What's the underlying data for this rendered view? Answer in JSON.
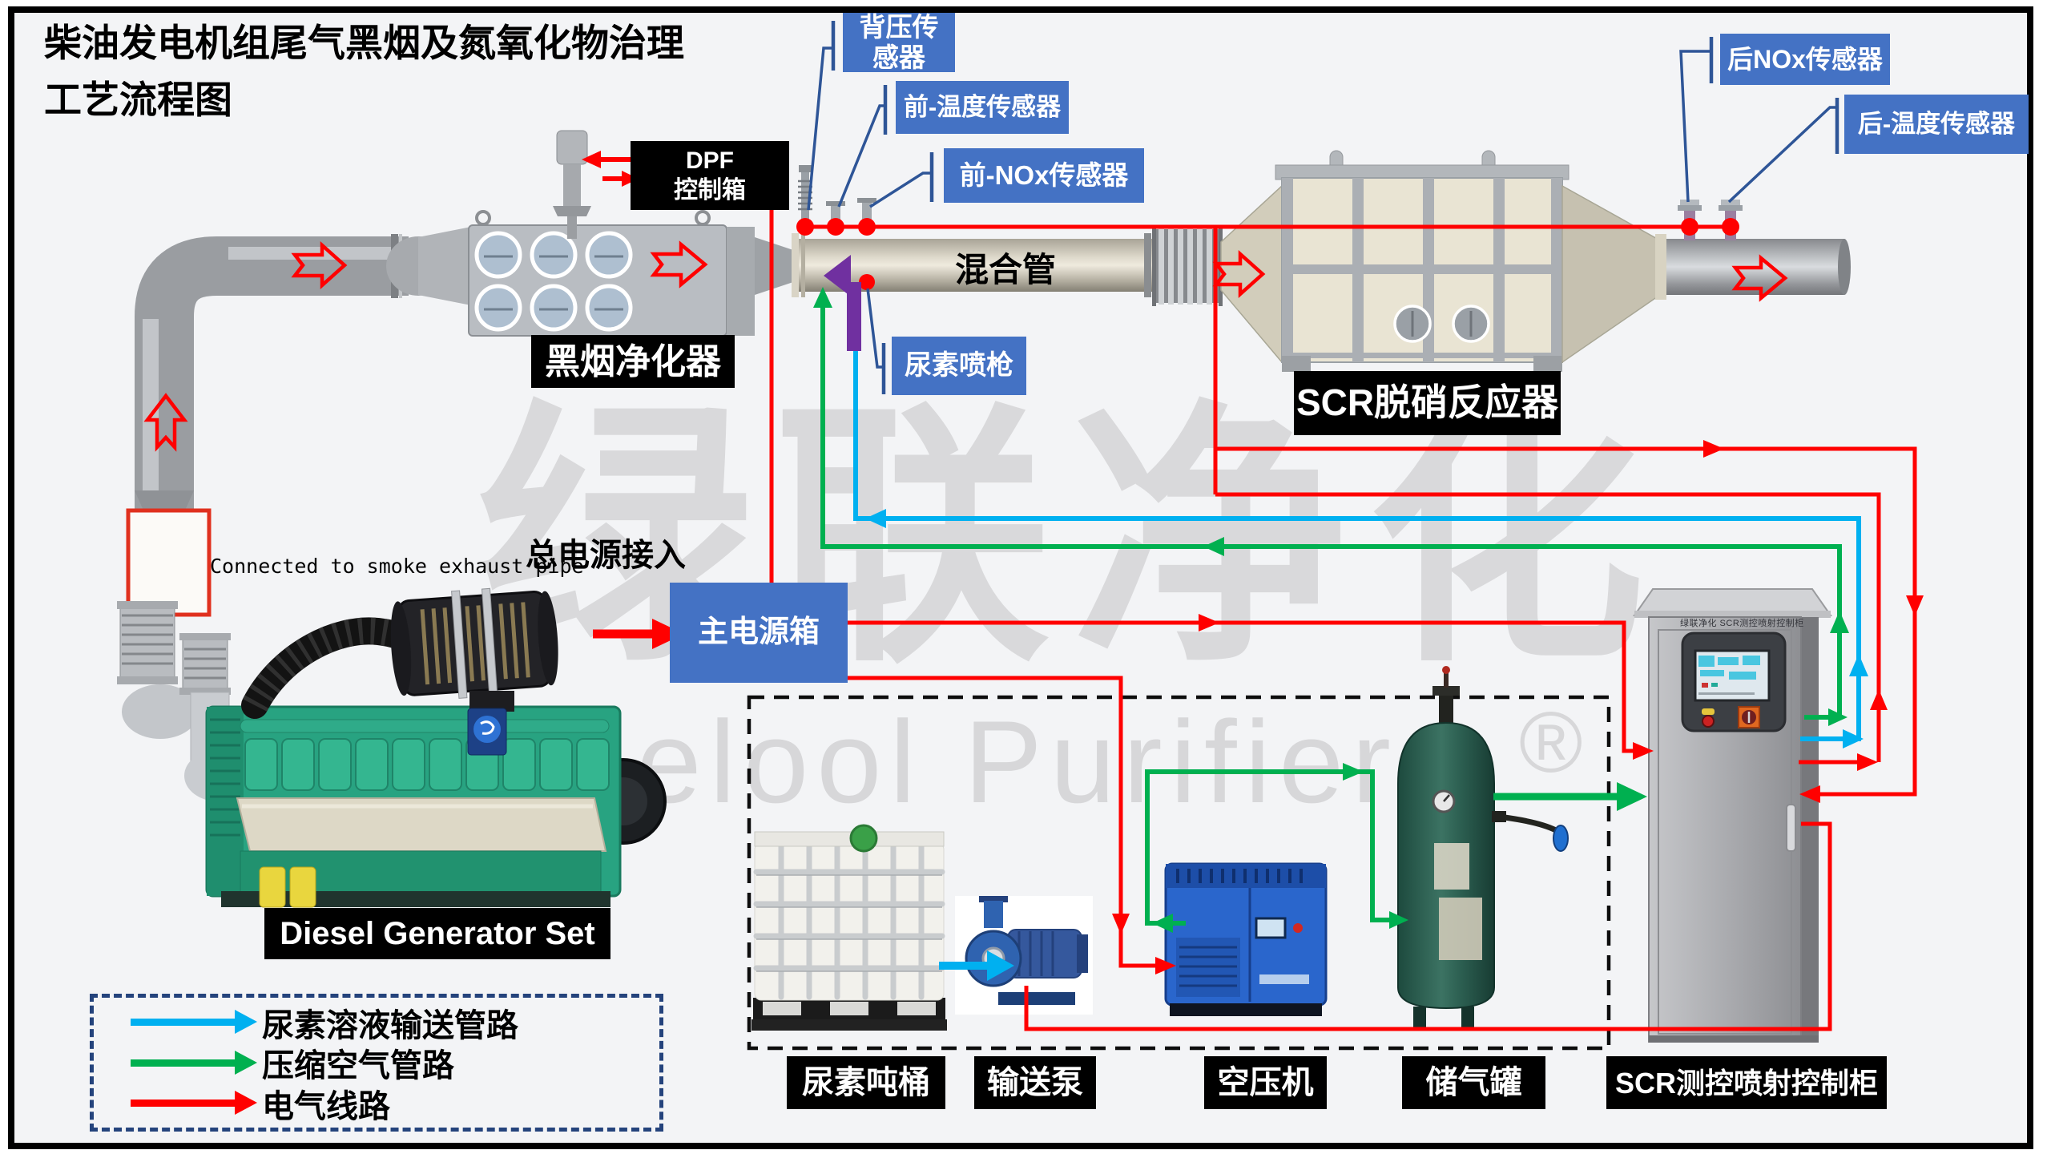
{
  "title": {
    "line1": "柴油发电机组尾气黑烟及氮氧化物治理",
    "line2": "工艺流程图"
  },
  "watermark": {
    "cn": "绿联净化",
    "en": "Leelool Purifier",
    "reg": "®"
  },
  "sensors": {
    "back_pressure": "背压传感器",
    "front_temp": "前-温度传感器",
    "front_nox": "前-NOx传感器",
    "rear_nox": "后NOx传感器",
    "rear_temp": "后-温度传感器",
    "urea_gun": "尿素喷枪"
  },
  "equipment": {
    "dpf_line1": "DPF",
    "dpf_line2": "控制箱",
    "smoke_purifier": "黑烟净化器",
    "mixing_pipe": "混合管",
    "scr_reactor": "SCR脱硝反应器",
    "main_power_box": "主电源箱",
    "diesel_generator": "Diesel Generator Set",
    "urea_tank": "尿素吨桶",
    "transfer_pump": "输送泵",
    "air_compressor": "空压机",
    "air_tank": "储气罐",
    "scr_cabinet": "SCR测控喷射控制柜",
    "cabinet_brand": "绿联净化 SCR测控喷射控制柜"
  },
  "annotations": {
    "main_power_in": "总电源接入",
    "exhaust_note": "Connected to smoke exhaust pipe"
  },
  "legend": {
    "items": [
      {
        "label": "尿素溶液输送管路",
        "color": "#00b0f0"
      },
      {
        "label": "压缩空气管路",
        "color": "#00b050"
      },
      {
        "label": "电气线路",
        "color": "#ff0000"
      }
    ]
  },
  "colors": {
    "label_blue": "#4472c4",
    "line_red": "#ff0000",
    "line_green": "#00b050",
    "line_cyan": "#00b0f0",
    "leader_navy": "#2e5597",
    "injector_purple": "#7030a0",
    "background": "#f3f4f6",
    "watermark_gray": "#d9d9db"
  }
}
